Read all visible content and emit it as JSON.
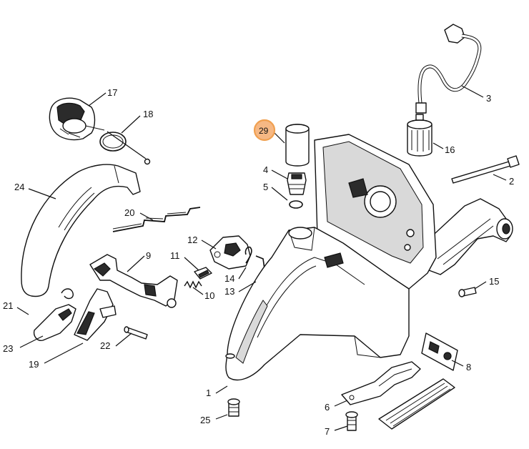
{
  "highlight": {
    "label": "29",
    "ring_color": "#f0a050",
    "fill_color": "#f6b884"
  },
  "callouts": {
    "c1": "1",
    "c2": "2",
    "c3": "3",
    "c4": "4",
    "c5": "5",
    "c6": "6",
    "c7": "7",
    "c8": "8",
    "c9": "9",
    "c10": "10",
    "c11": "11",
    "c12": "12",
    "c13": "13",
    "c14": "14",
    "c15": "15",
    "c16": "16",
    "c17": "17",
    "c18": "18",
    "c19": "19",
    "c20": "20",
    "c21": "21",
    "c22": "22",
    "c23": "23",
    "c24": "24",
    "c25": "25"
  }
}
